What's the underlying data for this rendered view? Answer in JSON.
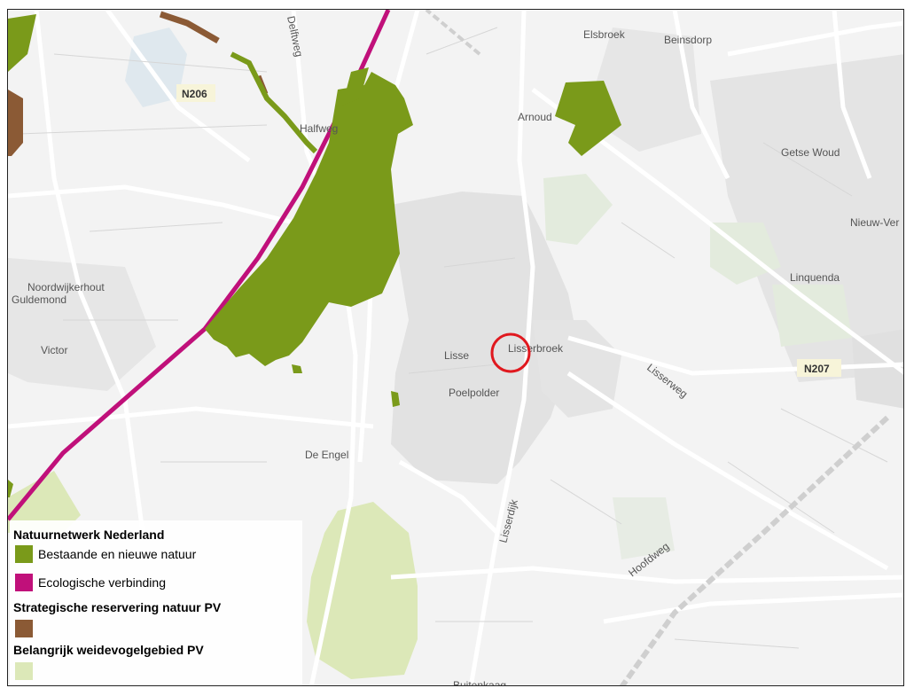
{
  "map": {
    "place_labels": {
      "elsbroek": "Elsbroek",
      "beinsdorp": "Beinsdorp",
      "arnoud": "Arnoud",
      "getse_woud": "Getse Woud",
      "nieuw_ver": "Nieuw-Ver",
      "linquenda": "Linquenda",
      "lisse": "Lisse",
      "lisserbroek": "Lisserbroek",
      "poelpolder": "Poelpolder",
      "de_engel": "De Engel",
      "noordwijkerhout": "Noordwijkerhout",
      "guldemond": "Guldemond",
      "victor": "Victor",
      "halfweg": "Halfweg",
      "buitenkaag": "Buitenkaag"
    },
    "road_labels": {
      "delftweg": "Delftweg",
      "n206": "N206",
      "n207": "N207",
      "lisserweg": "Lisserweg",
      "lisserdijk": "Lisserdijk",
      "hoofdweg": "Hoofdweg"
    },
    "colors": {
      "natuur": "#7a9a1a",
      "ecologisch": "#c0107a",
      "reservering": "#8b5a35",
      "weidevogel": "#dce8b8",
      "marker": "#e0191f"
    }
  },
  "legend": {
    "title_nnn": "Natuurnetwerk Nederland",
    "item_natuur": "Bestaande en nieuwe natuur",
    "item_ecologisch": "Ecologische verbinding",
    "title_reservering": "Strategische reservering natuur PV",
    "title_weidevogel": "Belangrijk weidevogelgebied PV"
  }
}
